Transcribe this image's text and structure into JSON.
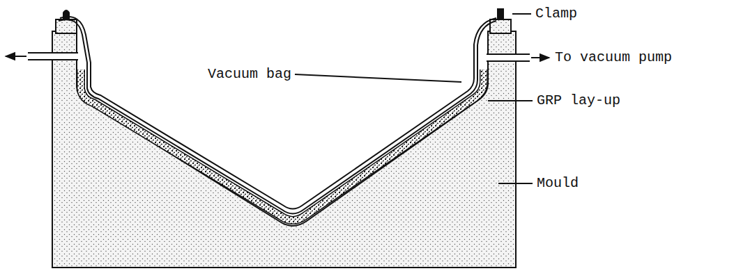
{
  "diagram": {
    "labels": [
      "Clamp",
      "To vacuum pump",
      "Vacuum bag",
      "GRP lay-up",
      "Mould"
    ]
  }
}
